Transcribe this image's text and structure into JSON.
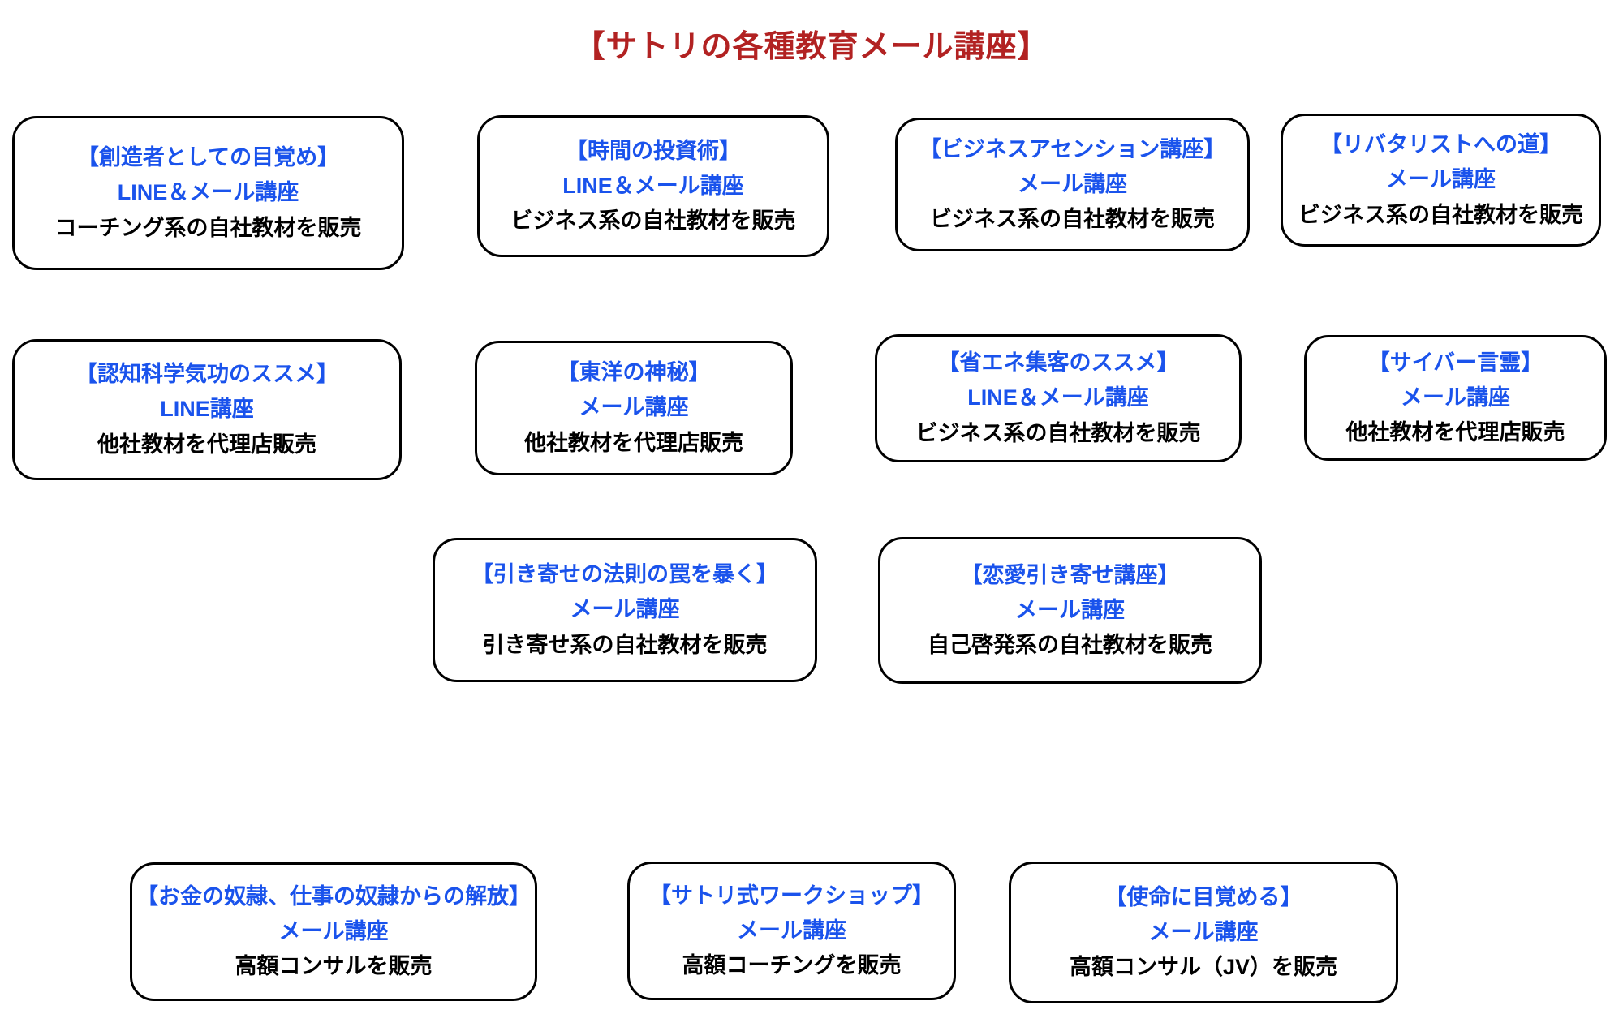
{
  "title": "【サトリの各種教育メール講座】",
  "colors": {
    "title_red": "#b22222",
    "course_blue": "#1a53ec",
    "sales_black": "#000000",
    "box_border": "#000000",
    "background": "#ffffff"
  },
  "courses": [
    {
      "title": "【創造者としての目覚め】",
      "type": "LINE＆メール講座",
      "sales": "コーチング系の自社教材を販売"
    },
    {
      "title": "【時間の投資術】",
      "type": "LINE＆メール講座",
      "sales": "ビジネス系の自社教材を販売"
    },
    {
      "title": "【ビジネスアセンション講座】",
      "type": "メール講座",
      "sales": "ビジネス系の自社教材を販売"
    },
    {
      "title": "【リバタリストへの道】",
      "type": "メール講座",
      "sales": "ビジネス系の自社教材を販売"
    },
    {
      "title": "【認知科学気功のススメ】",
      "type": "LINE講座",
      "sales": "他社教材を代理店販売"
    },
    {
      "title": "【東洋の神秘】",
      "type": "メール講座",
      "sales": "他社教材を代理店販売"
    },
    {
      "title": "【省エネ集客のススメ】",
      "type": "LINE＆メール講座",
      "sales": "ビジネス系の自社教材を販売"
    },
    {
      "title": "【サイバー言霊】",
      "type": "メール講座",
      "sales": "他社教材を代理店販売"
    },
    {
      "title": "【引き寄せの法則の罠を暴く】",
      "type": "メール講座",
      "sales": "引き寄せ系の自社教材を販売"
    },
    {
      "title": "【恋愛引き寄せ講座】",
      "type": "メール講座",
      "sales": "自己啓発系の自社教材を販売"
    },
    {
      "title": "【お金の奴隷、仕事の奴隷からの解放】",
      "type": "メール講座",
      "sales": "高額コンサルを販売"
    },
    {
      "title": "【サトリ式ワークショップ】",
      "type": "メール講座",
      "sales": "高額コーチングを販売"
    },
    {
      "title": "【使命に目覚める】",
      "type": "メール講座",
      "sales": "高額コンサル（JV）を販売"
    }
  ]
}
